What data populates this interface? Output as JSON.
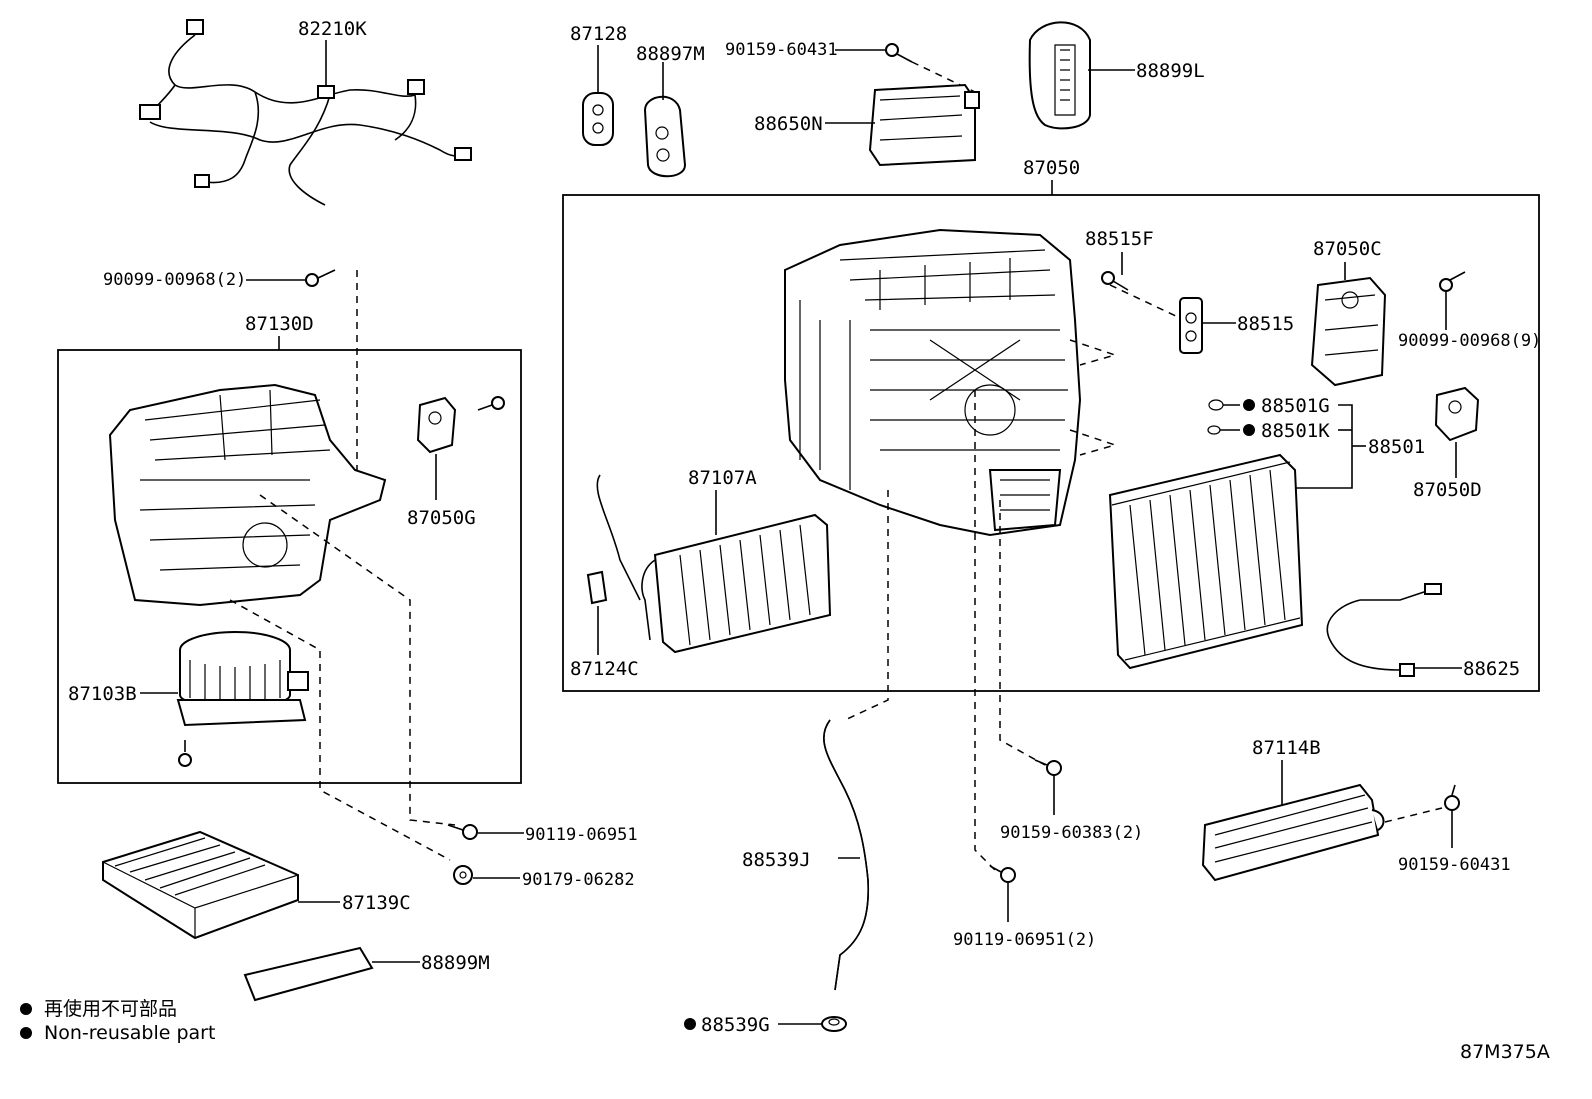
{
  "parts": {
    "p82210K": "82210K",
    "p87128": "87128",
    "p88897M": "88897M",
    "p90159_60431_top": "90159-60431",
    "p88650N": "88650N",
    "p88899L": "88899L",
    "p87050": "87050",
    "p88515F": "88515F",
    "p87050C": "87050C",
    "p88515": "88515",
    "p90099_00968_9": "90099-00968(9)",
    "p88501G": "88501G",
    "p88501K": "88501K",
    "p88501": "88501",
    "p87050D": "87050D",
    "p87107A": "87107A",
    "p87124C": "87124C",
    "p88625": "88625",
    "p90099_00968_2": "90099-00968(2)",
    "p87130D": "87130D",
    "p87050G": "87050G",
    "p87103B": "87103B",
    "p90119_06951": "90119-06951",
    "p90179_06282": "90179-06282",
    "p87139C": "87139C",
    "p88899M": "88899M",
    "p88539J": "88539J",
    "p88539G": "88539G",
    "p90159_60383_2": "90159-60383(2)",
    "p90119_06951_2": "90119-06951(2)",
    "p87114B": "87114B",
    "p90159_60431_right": "90159-60431"
  },
  "legend": {
    "bullet": "●",
    "japanese": "再使用不可部品",
    "english": "Non-reusable part"
  },
  "diagram_id": "87M375A"
}
